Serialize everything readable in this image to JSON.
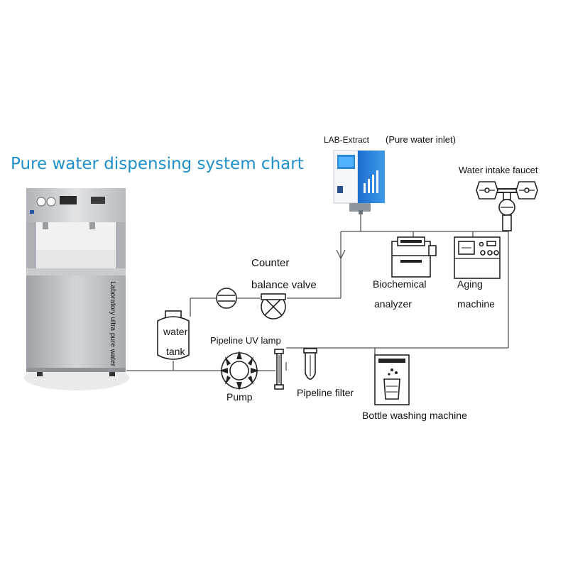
{
  "title": "Pure water dispensing system chart",
  "cabinet_label": "Laboratory ultra pure water",
  "labels": {
    "lab_extract": "LAB-Extract",
    "pure_water_inlet": "(Pure water inlet)",
    "water_intake_faucet": "Water intake faucet",
    "counter_line1": "Counter",
    "counter_line2": "balance valve",
    "biochemical_line1": "Biochemical",
    "biochemical_line2": "analyzer",
    "aging_line1": "Aging",
    "aging_line2": "machine",
    "water_tank_line1": "water",
    "water_tank_line2": "tank",
    "pipeline_uv_lamp": "Pipeline UV lamp",
    "pump": "Pump",
    "pipeline_filter": "Pipeline filter",
    "bottle_washing_machine": "Bottle washing machine"
  },
  "colors": {
    "title": "#1f8fc9",
    "pipe": "#555555",
    "cabinet_steel": "#b9bcc0",
    "device_blue": "#1b6fd0"
  }
}
